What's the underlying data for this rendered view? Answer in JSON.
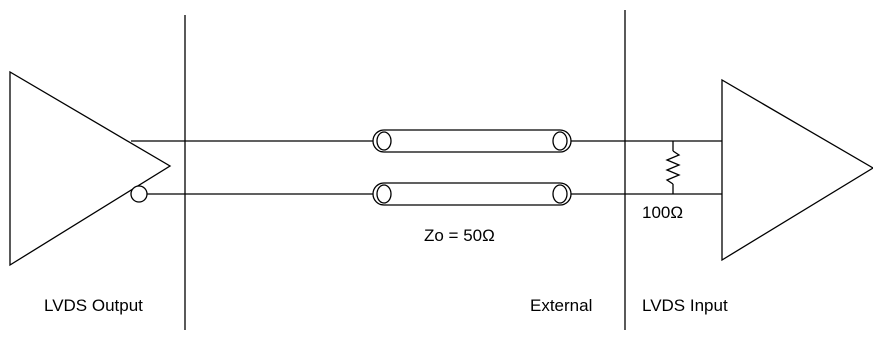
{
  "labels": {
    "output": "LVDS Output",
    "external": "External",
    "input": "LVDS Input",
    "impedance": "Zo = 50Ω",
    "resistor": "100Ω"
  },
  "colors": {
    "line": "#000000",
    "background": "#ffffff"
  }
}
